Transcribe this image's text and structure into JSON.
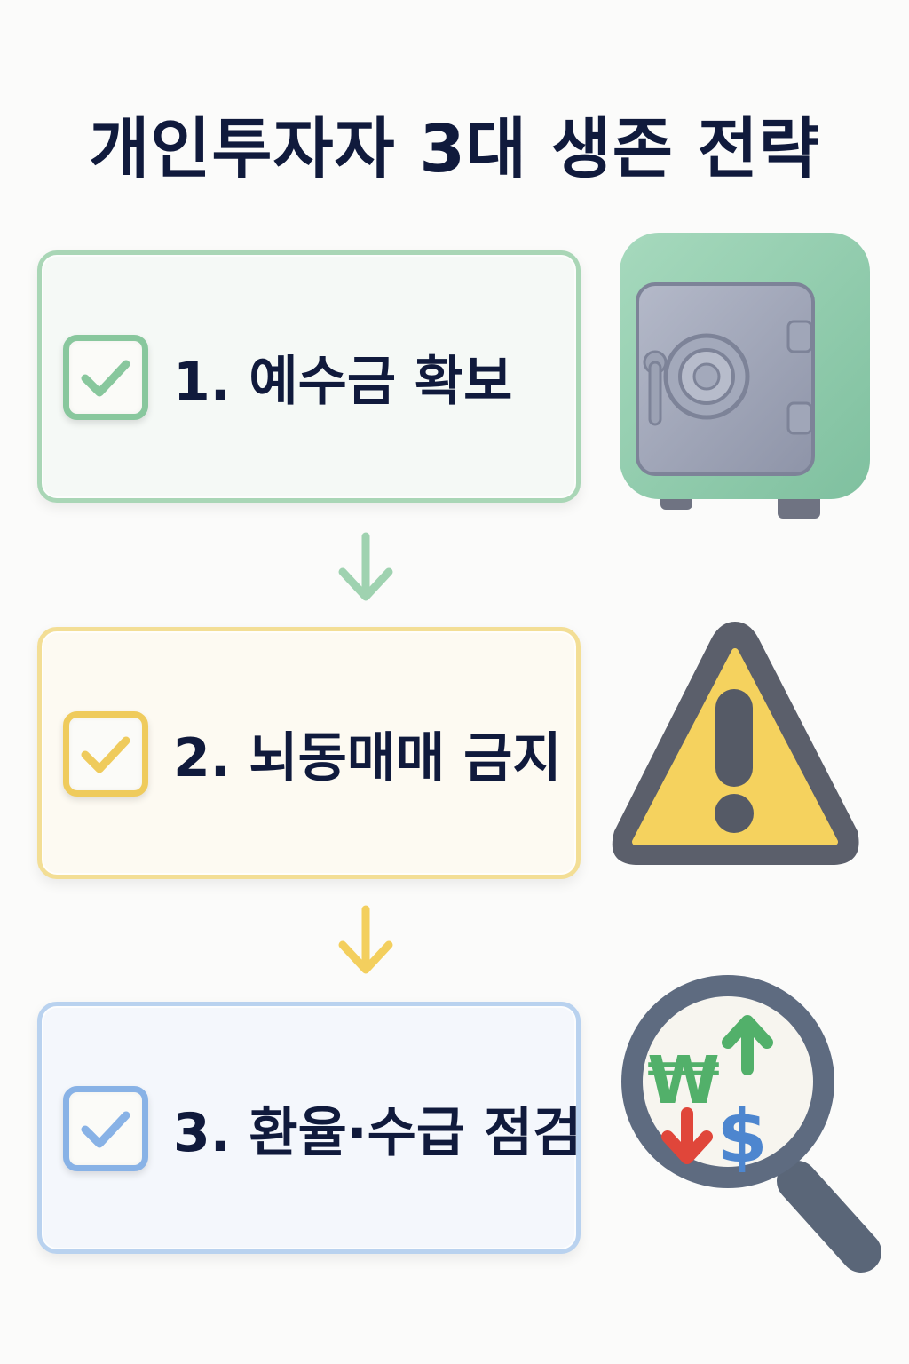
{
  "title": "개인투자자 3대 생존 전략",
  "steps": [
    {
      "label": "1. 예수금 확보",
      "accent": "#88c79d",
      "icon": "safe-icon"
    },
    {
      "label": "2. 뇌동매매 금지",
      "accent": "#efcb5c",
      "icon": "warning-icon"
    },
    {
      "label": "3. 환율·수급 점검",
      "accent": "#88b2e6",
      "icon": "magnifier-currency-icon"
    }
  ],
  "currency_symbols": {
    "won": "₩",
    "dollar": "$"
  },
  "colors": {
    "title": "#101a3c",
    "green": "#88c79d",
    "yellow": "#efcb5c",
    "blue": "#88b2e6",
    "red": "#e0463a"
  }
}
